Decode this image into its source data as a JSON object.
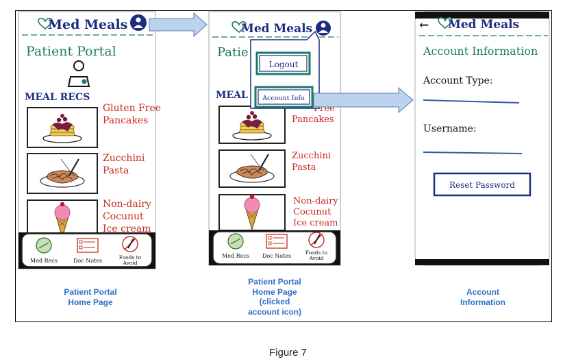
{
  "app_name": "Med Meals",
  "screen1": {
    "portal_title": "Patient Portal",
    "section_title": "MEAL RECS",
    "meals": [
      {
        "line1": "Gluten Free",
        "line2": "Pancakes",
        "line3": ""
      },
      {
        "line1": "Zucchini",
        "line2": "Pasta",
        "line3": ""
      },
      {
        "line1": "Non-dairy",
        "line2": "Cocunut",
        "line3": "Ice cream"
      }
    ],
    "nav": {
      "med_recs": "Med Recs",
      "doc_notes": "Doc Notes",
      "avoid_line1": "Foods to",
      "avoid_line2": "Avoid"
    }
  },
  "screen2": {
    "portal_title_partial": "Patie",
    "section_title_partial": "MEAL I",
    "meals": [
      {
        "line1": "Free",
        "line2": "Pancakes",
        "line3": ""
      },
      {
        "line1": "Zucchini",
        "line2": "Pasta",
        "line3": ""
      },
      {
        "line1": "Non-dairy",
        "line2": "Cocunut",
        "line3": "Ice cream"
      }
    ],
    "logout": "Logout",
    "account_info": "Account Info",
    "nav": {
      "med_recs": "Med Recs",
      "doc_notes": "Doc Notes",
      "avoid_line1": "Foods to",
      "avoid_line2": "Avoid"
    }
  },
  "screen3": {
    "back_arrow": "←",
    "title": "Account Information",
    "account_type": "Account Type:",
    "username": "Username:",
    "reset_password": "Reset Password"
  },
  "captions": {
    "c1_line1": "Patient Portal",
    "c1_line2": "Home Page",
    "c2_line1": "Patient Portal",
    "c2_line2": "Home Page",
    "c2_line3": "(clicked",
    "c2_line4": "account icon)",
    "c3_line1": "Account",
    "c3_line2": "Information"
  },
  "figure_label": "Figure 7",
  "colors": {
    "teal": "#1a7a68",
    "navy": "#1c2d80",
    "red": "#c8281c",
    "arrow": "#bcd2ee",
    "caption": "#2f6fc6"
  }
}
